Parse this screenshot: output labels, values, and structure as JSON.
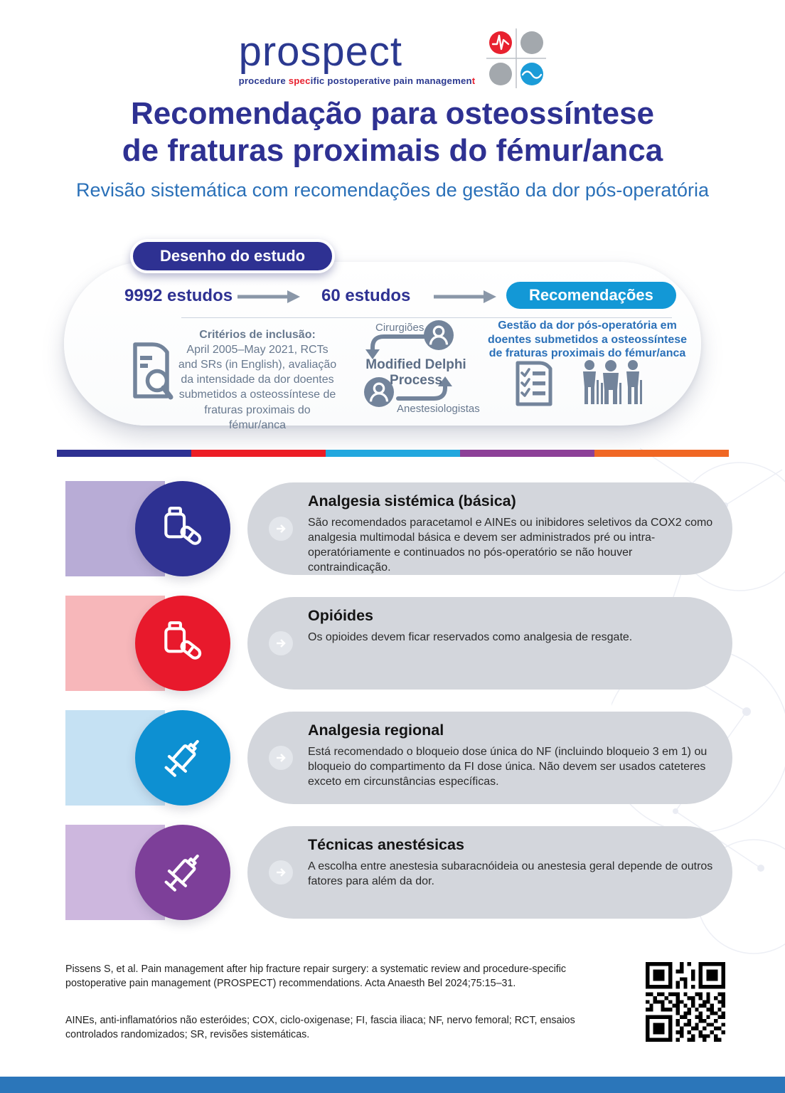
{
  "logo": {
    "wordmark": "prospect",
    "tagline": {
      "p1": "procedure ",
      "p2": "spec",
      "p3": "ific postoperative pain managemen",
      "p4": "t"
    }
  },
  "title": {
    "line1": "Recomendação para osteossíntese",
    "line2": "de fraturas proximais do fémur/anca"
  },
  "subtitle": "Revisão sistemática com recomendações de gestão da dor pós-operatória",
  "study": {
    "badge": "Desenho do estudo",
    "flow": {
      "start": "9992 estudos",
      "middle": "60 estudos",
      "result": "Recomendações"
    },
    "criteria": {
      "title": "Critérios de inclusão:",
      "text": "April 2005–May 2021, RCTs and SRs (in English), avaliação da intensidade da dor doentes submetidos a osteossíntese de fraturas proximais do fémur/anca"
    },
    "delphi": {
      "top": "Cirurgiões",
      "title": "Modified Delphi Process",
      "bottom": "Anestesiologistas"
    },
    "outcome": "Gestão da dor pós-operatória em doentes submetidos a osteossíntese de fraturas proximais do fémur/anca"
  },
  "colors": {
    "navy": "#2e3192",
    "red": "#e8212f",
    "sky": "#1398d6",
    "icon_gray": "#73849b",
    "divider": [
      "#2e3192",
      "#ec1c24",
      "#21a7de",
      "#8c3f97",
      "#f06724"
    ]
  },
  "recommendations": [
    {
      "title": "Analgesia sistémica (básica)",
      "body": "São recomendados paracetamol e AINEs ou inibidores seletivos da COX2 como analgesia multimodal básica e devem ser administrados pré ou intra-operatóriamente e continuados no pós-operatório se não houver contraindicação.",
      "icon": "pills-icon",
      "block_color": "#b8acd6",
      "circle_color": "#2e3192"
    },
    {
      "title": "Opióides",
      "body": "Os opioides devem ficar reservados como analgesia de resgate.",
      "icon": "pills-icon",
      "block_color": "#f7b7ba",
      "circle_color": "#e8192c"
    },
    {
      "title": "Analgesia regional",
      "body": "Está recomendado o bloqueio dose única do NF (incluindo bloqueio 3 em 1) ou bloqueio do compartimento da FI dose única. Não devem ser usados cateteres exceto em circunstâncias específicas.",
      "icon": "syringe-icon",
      "block_color": "#c5e1f3",
      "circle_color": "#0d90d2"
    },
    {
      "title": "Técnicas anestésicas",
      "body": "A escolha entre anestesia subaracnóideia ou anestesia geral depende de outros fatores para além da dor.",
      "icon": "syringe-icon",
      "block_color": "#cdb7de",
      "circle_color": "#7d3f99"
    }
  ],
  "footer": {
    "citation": "Pissens S, et al. Pain management after hip fracture repair surgery: a systematic review and procedure-specific postoperative pain management (PROSPECT) recommendations. Acta Anaesth Bel 2024;75:15–31.",
    "abbreviations": "AINEs, anti-inflamatórios não esteróides; COX, ciclo-oxigenase; FI, fascia iliaca; NF, nervo femoral; RCT, ensaios controlados randomizados; SR, revisões sistemáticas."
  }
}
